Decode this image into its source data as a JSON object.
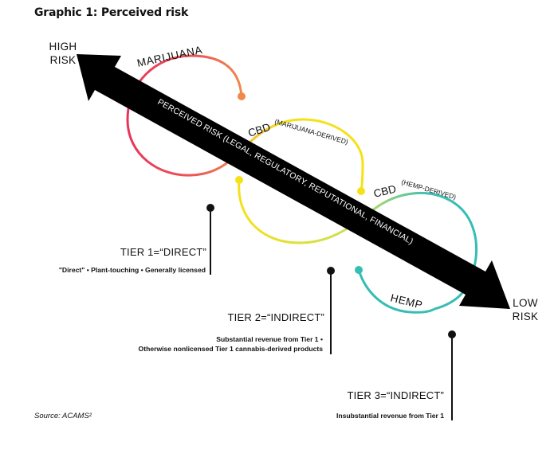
{
  "title": "Graphic 1: Perceived risk",
  "risk_high": [
    "HIGH",
    "RISK"
  ],
  "risk_low": [
    "LOW",
    "RISK"
  ],
  "arrow_label": "PERCEIVED RISK (LEGAL, REGULATORY, REPUTATIONAL, FINANCIAL)",
  "curve_labels": {
    "marijuana": "MARIJUANA",
    "cbd_marijuana_main": "CBD",
    "cbd_marijuana_sub": "(MARIJUANA-DERIVED)",
    "cbd_hemp_main": "CBD",
    "cbd_hemp_sub": "(HEMP-DERIVED)",
    "hemp": "HEMP"
  },
  "tiers": [
    {
      "heading": "TIER 1=“DIRECT”",
      "lines": [
        "\"Direct\" • Plant-touching • Generally licensed"
      ]
    },
    {
      "heading": "TIER 2=“INDIRECT”",
      "lines": [
        "Substantial revenue from Tier 1 •",
        "Otherwise nonlicensed Tier 1 cannabis-derived products"
      ]
    },
    {
      "heading": "TIER 3=“INDIRECT”",
      "lines": [
        "Insubstantial revenue from Tier 1"
      ]
    }
  ],
  "source": "Source: ACAMS²",
  "colors": {
    "red": "#e8345a",
    "orange": "#f08a4b",
    "yellow": "#f5e11a",
    "lime": "#c9df5a",
    "teal": "#36bdb4",
    "arrow": "#000000"
  }
}
